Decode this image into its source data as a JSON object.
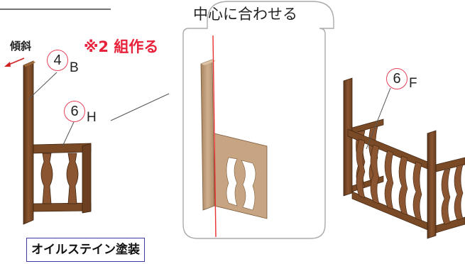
{
  "labels": {
    "lean": "傾斜",
    "note": "※2 組作る",
    "center_note": "中心に合わせる",
    "stain": "オイルステイン塗装"
  },
  "part_tags": [
    {
      "number": "4",
      "letter": "B"
    },
    {
      "number": "6",
      "letter": "H"
    },
    {
      "number": "6",
      "letter": "F"
    }
  ],
  "colors": {
    "wood_dark": "#6b3f1f",
    "wood_mid": "#8a5530",
    "wood_light": "#b07a4a",
    "raw_wood": "#c2a07c",
    "accent_red": "#e8223a",
    "guide_line": "#e83030",
    "stain_border": "#3a3aa0"
  },
  "icons": [
    "lean-arrow-icon"
  ]
}
